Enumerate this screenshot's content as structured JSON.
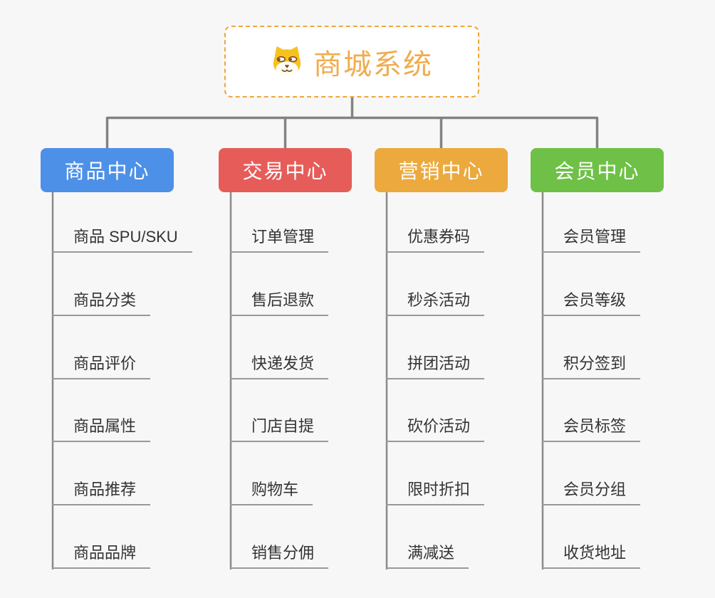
{
  "root": {
    "title": "商城系统",
    "icon": "shiba-dog-icon",
    "title_color": "#F0AC4E",
    "border_color": "#F0A53C"
  },
  "columns": [
    {
      "label": "商品中心",
      "color": "#4D90E8",
      "items": [
        "商品 SPU/SKU",
        "商品分类",
        "商品评价",
        "商品属性",
        "商品推荐",
        "商品品牌"
      ]
    },
    {
      "label": "交易中心",
      "color": "#E65C59",
      "items": [
        "订单管理",
        "售后退款",
        "快递发货",
        "门店自提",
        "购物车",
        "销售分佣"
      ]
    },
    {
      "label": "营销中心",
      "color": "#ECA93D",
      "items": [
        "优惠券码",
        "秒杀活动",
        "拼团活动",
        "砍价活动",
        "限时折扣",
        "满减送"
      ]
    },
    {
      "label": "会员中心",
      "color": "#6EC146",
      "items": [
        "会员管理",
        "会员等级",
        "积分签到",
        "会员标签",
        "会员分组",
        "收货地址"
      ]
    }
  ],
  "colors": {
    "background": "#F7F7F7",
    "connector": "#828282",
    "leaf_underline": "#999999",
    "leaf_text": "#333333",
    "node_text": "#FFFFFF"
  }
}
